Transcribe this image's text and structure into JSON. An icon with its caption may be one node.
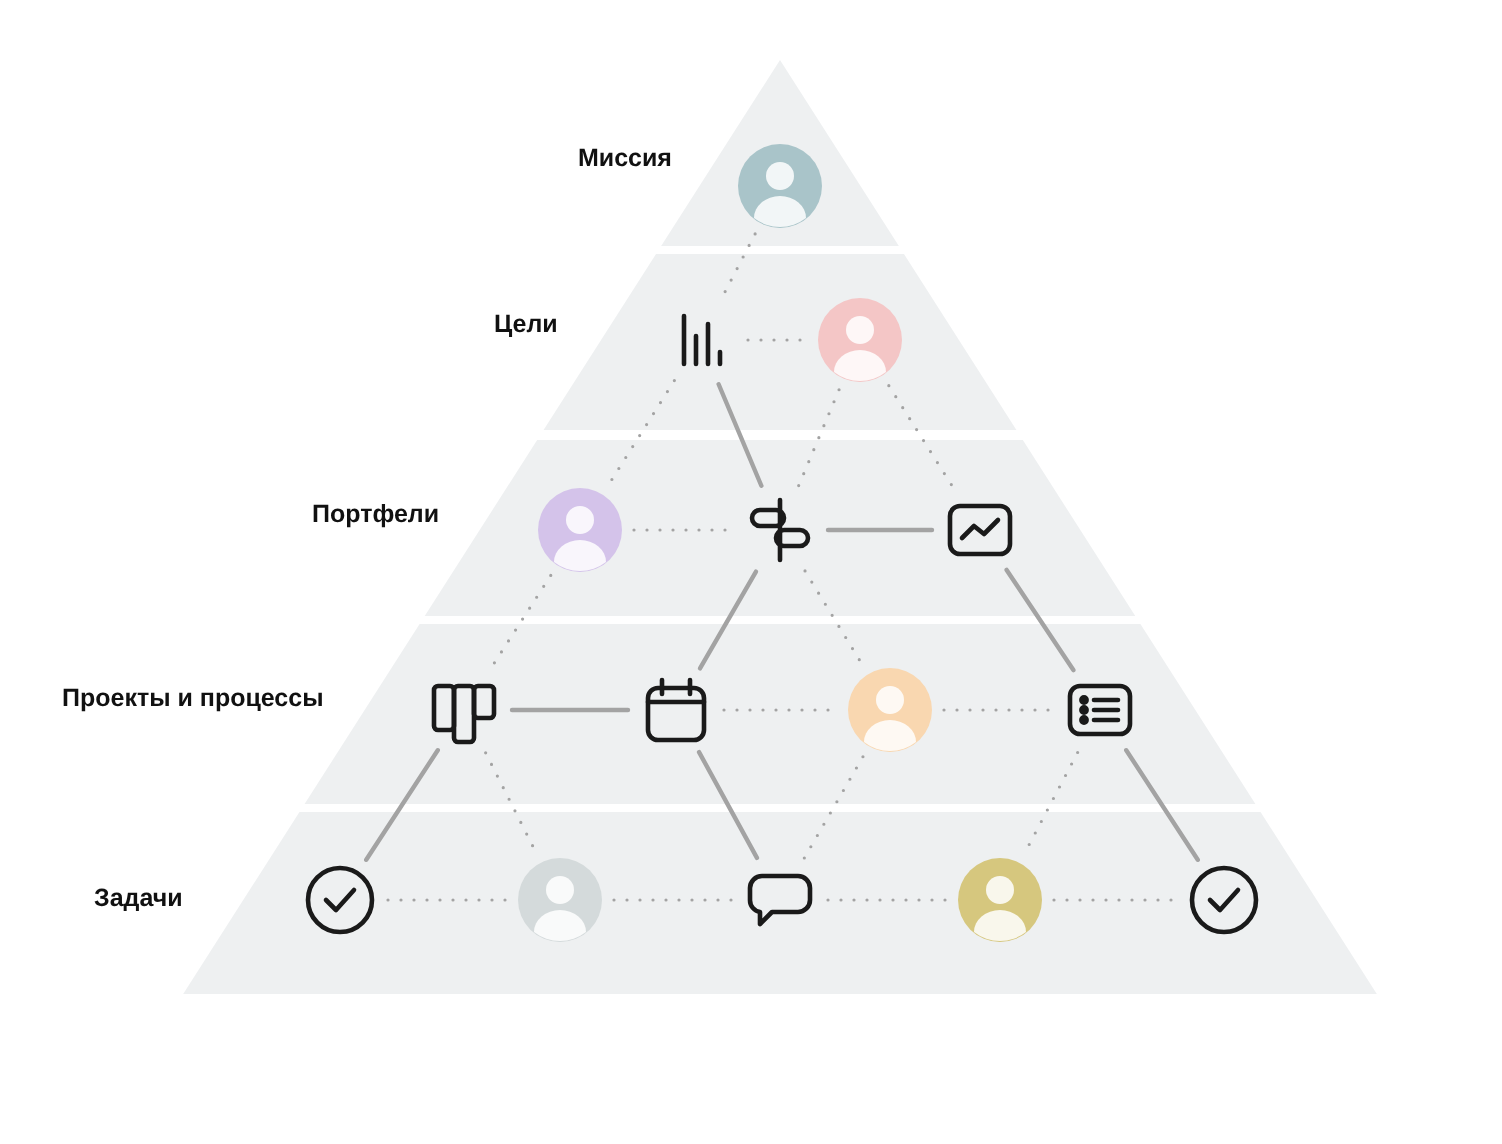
{
  "diagram": {
    "nodes": [
      {
        "text": [
          "Миссия"
        ]
      },
      {
        "text": [],
        "shape": "person",
        "in": 0
      },
      {
        "text": [
          "Цели"
        ]
      },
      {
        "text": [],
        "shape": "picture",
        "in": 2
      },
      {
        "text": [],
        "shape": "person",
        "in": 2
      },
      {
        "text": [
          "Портфели"
        ]
      },
      {
        "text": [],
        "shape": "person",
        "in": 5
      },
      {
        "text": [],
        "shape": "picture",
        "in": 5
      },
      {
        "text": [],
        "shape": "picture",
        "in": 5
      },
      {
        "text": [
          "Проекты и процессы"
        ]
      },
      {
        "text": [],
        "shape": "picture",
        "in": 9
      },
      {
        "text": [],
        "shape": "picture",
        "in": 9
      },
      {
        "text": [],
        "shape": "person",
        "in": 9
      },
      {
        "text": [],
        "shape": "picture",
        "in": 9
      },
      {
        "text": [
          "Задачи"
        ]
      },
      {
        "text": [],
        "shape": "picture",
        "in": 14
      },
      {
        "text": [],
        "shape": "person",
        "in": 14
      },
      {
        "text": [],
        "shape": "picture",
        "in": 14
      },
      {
        "text": [],
        "shape": "person",
        "in": 14
      },
      {
        "text": [],
        "shape": "picture",
        "in": 14
      }
    ],
    "edges": [
      {
        "from": 1,
        "to": 3,
        "arrow": "none",
        "style": "dashed"
      },
      {
        "from": 3,
        "to": 4,
        "arrow": "none",
        "style": "dashed"
      },
      {
        "from": 3,
        "to": 7,
        "arrow": "none"
      },
      {
        "from": 3,
        "to": 6,
        "arrow": "none",
        "style": "dashed"
      },
      {
        "from": 4,
        "to": 7,
        "arrow": "none",
        "style": "dashed"
      },
      {
        "from": 4,
        "to": 8,
        "arrow": "none",
        "style": "dashed"
      },
      {
        "from": 6,
        "to": 7,
        "arrow": "none",
        "style": "dashed"
      },
      {
        "from": 7,
        "to": 8,
        "arrow": "none"
      },
      {
        "from": 6,
        "to": 10,
        "arrow": "none",
        "style": "dashed"
      },
      {
        "from": 7,
        "to": 11,
        "arrow": "none"
      },
      {
        "from": 7,
        "to": 12,
        "arrow": "none",
        "style": "dashed"
      },
      {
        "from": 8,
        "to": 13,
        "arrow": "none"
      },
      {
        "from": 10,
        "to": 11,
        "arrow": "none"
      },
      {
        "from": 11,
        "to": 12,
        "arrow": "none",
        "style": "dashed"
      },
      {
        "from": 12,
        "to": 13,
        "arrow": "none",
        "style": "dashed"
      },
      {
        "from": 10,
        "to": 15,
        "arrow": "none"
      },
      {
        "from": 10,
        "to": 16,
        "arrow": "none",
        "style": "dashed"
      },
      {
        "from": 11,
        "to": 17,
        "arrow": "none"
      },
      {
        "from": 12,
        "to": 17,
        "arrow": "none",
        "style": "dashed"
      },
      {
        "from": 13,
        "to": 18,
        "arrow": "none",
        "style": "dashed"
      },
      {
        "from": 13,
        "to": 19,
        "arrow": "none"
      },
      {
        "from": 15,
        "to": 16,
        "arrow": "none",
        "style": "dashed"
      },
      {
        "from": 16,
        "to": 17,
        "arrow": "none",
        "style": "dashed"
      },
      {
        "from": 17,
        "to": 18,
        "arrow": "none",
        "style": "dashed"
      },
      {
        "from": 18,
        "to": 19,
        "arrow": "none",
        "style": "dashed"
      }
    ]
  }
}
